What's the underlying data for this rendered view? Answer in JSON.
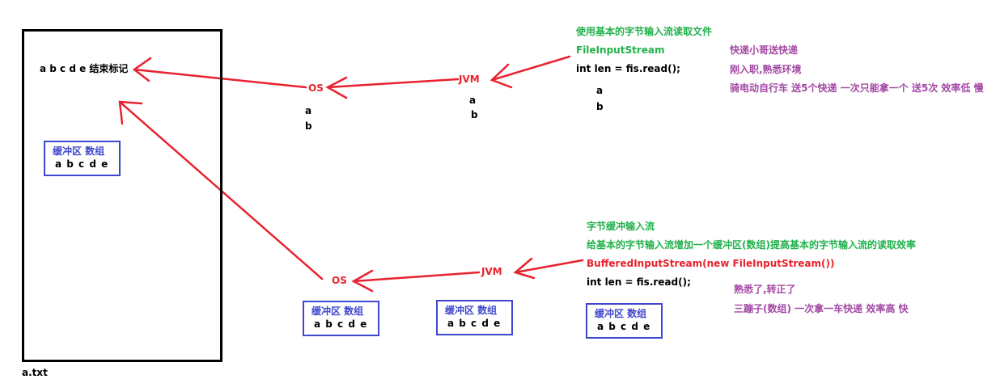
{
  "file": {
    "label": "a.txt",
    "content": "a b c d e 结束标记",
    "buffer": {
      "title": "缓冲区 数组",
      "content": "a b c d e"
    }
  },
  "top_flow": {
    "os_label": "OS",
    "os_bytes": [
      "a",
      "b"
    ],
    "jvm_label": "JVM",
    "jvm_bytes": [
      "a",
      "b"
    ],
    "code": {
      "title": "使用基本的字节输入流读取文件",
      "class": "FileInputStream",
      "read": "int len = fis.read();",
      "bytes": [
        "a",
        "b"
      ]
    },
    "analogy": [
      "快递小哥送快递",
      "刚入职,熟悉环境",
      "骑电动自行车  送5个快递 一次只能拿一个 送5次  效率低  慢"
    ]
  },
  "bottom_flow": {
    "os_label": "OS",
    "jvm_label": "JVM",
    "os_buffer": {
      "title": "缓冲区 数组",
      "content": "a b c d e"
    },
    "jvm_buffer": {
      "title": "缓冲区 数组",
      "content": "a b c d e"
    },
    "code_buffer": {
      "title": "缓冲区 数组",
      "content": "a b c d e"
    },
    "code": {
      "title": "字节缓冲输入流",
      "desc": "给基本的字节输入流增加一个缓冲区(数组)提高基本的字节输入流的读取效率",
      "class": "BufferedInputStream(new FileInputStream())",
      "read": "int len = fis.read();"
    },
    "analogy": [
      "熟悉了,转正了",
      "三蹦子(数组) 一次拿一车快递 效率高 快"
    ]
  },
  "colors": {
    "arrow": "#e8222e",
    "buffer_border": "#3f48cc",
    "green": "#22b14c",
    "purple": "#a349a4"
  }
}
